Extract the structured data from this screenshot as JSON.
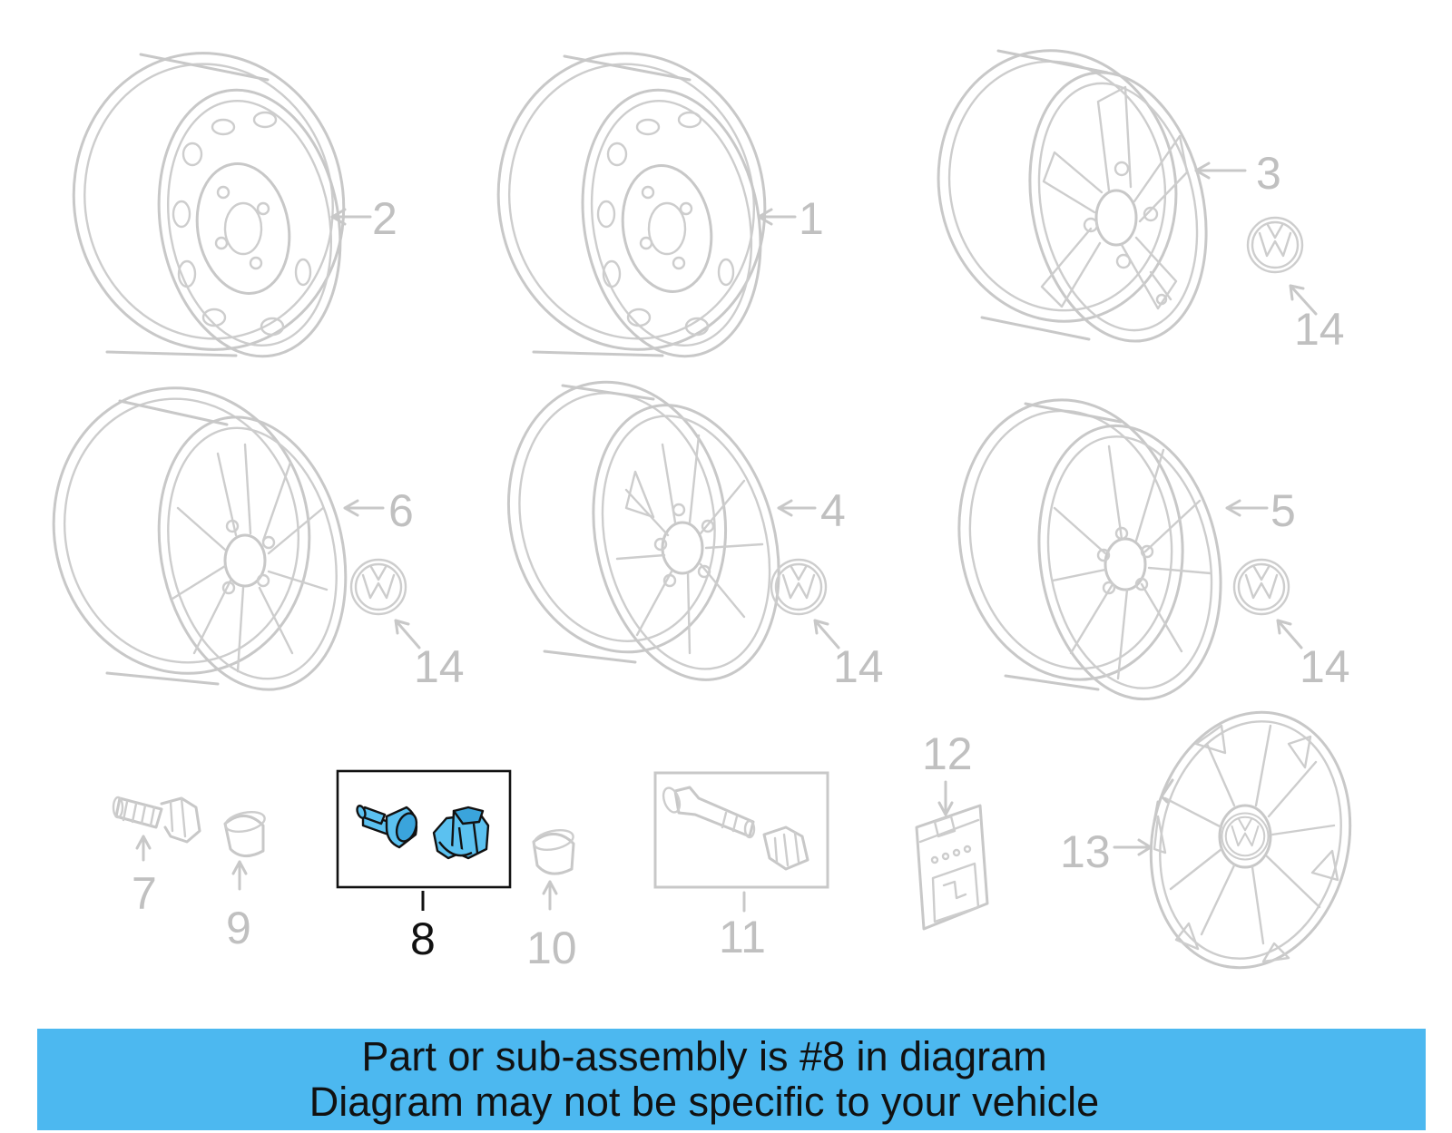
{
  "diagram": {
    "callouts": {
      "c1": "1",
      "c2": "2",
      "c3": "3",
      "c4": "4",
      "c5": "5",
      "c6": "6",
      "c7": "7",
      "c8": "8",
      "c9": "9",
      "c10": "10",
      "c11": "11",
      "c12": "12",
      "c13": "13",
      "c14a": "14",
      "c14b": "14",
      "c14c": "14",
      "c14d": "14"
    },
    "highlight_callout": "8",
    "colors": {
      "highlight_part": "#5bc1f0",
      "banner": "#4cb8f0",
      "line_art": "#c8c8c8"
    }
  },
  "banner": {
    "line1": "Part or sub-assembly is #8 in diagram",
    "line2": "Diagram may not be specific to your vehicle"
  }
}
